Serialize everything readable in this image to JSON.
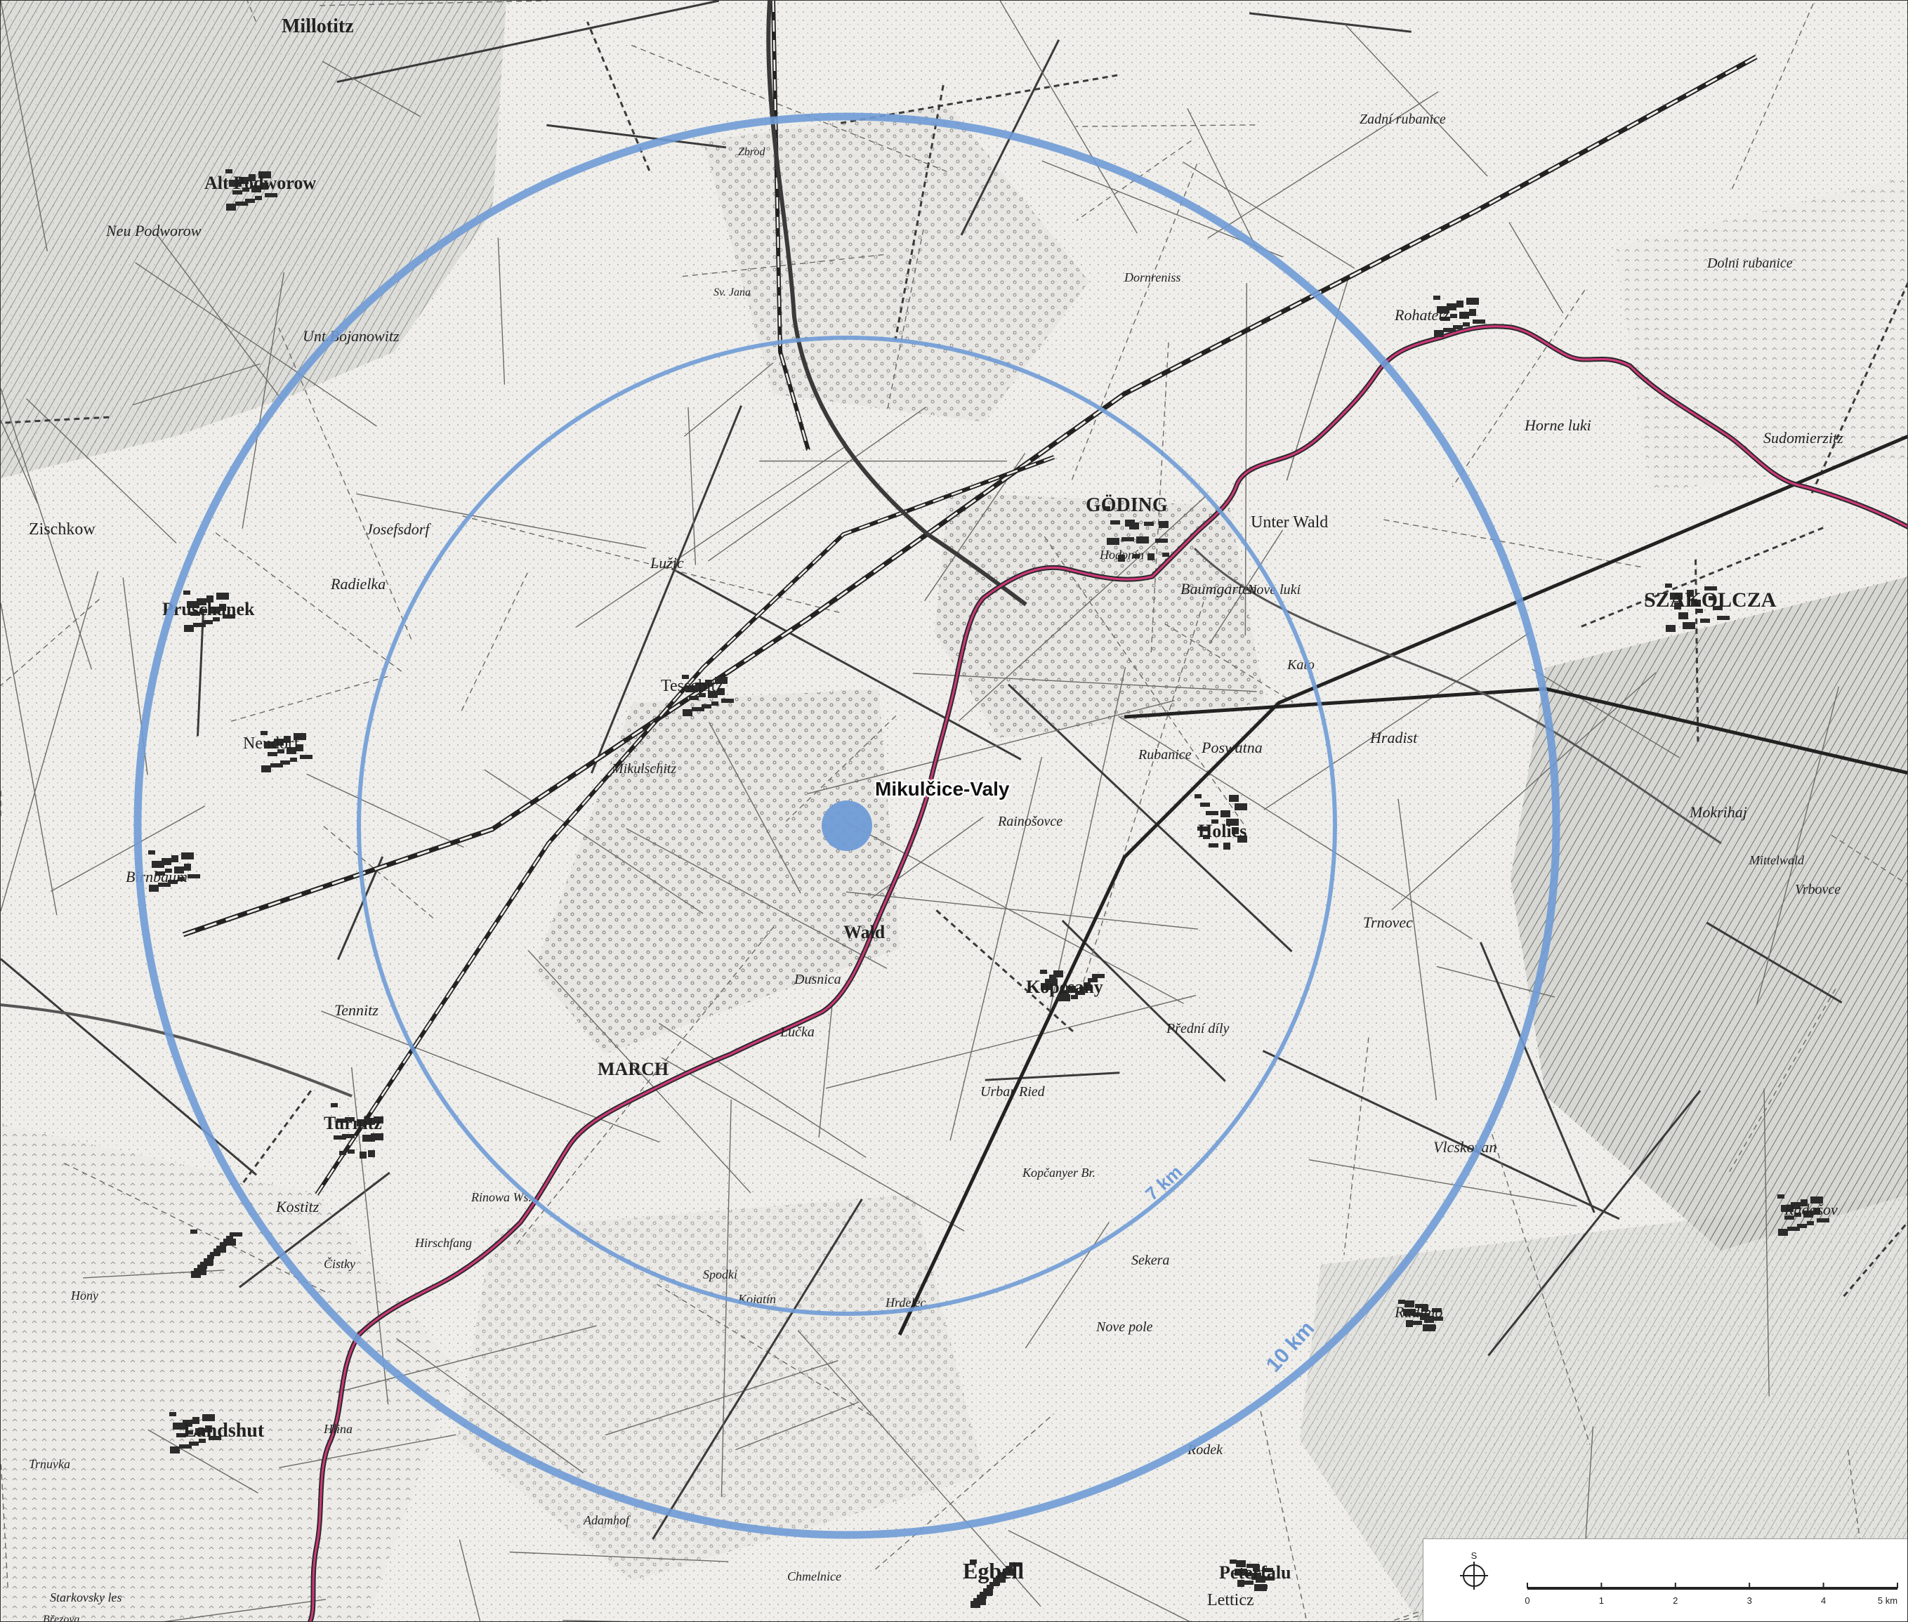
{
  "map": {
    "site_label": "Mikulčice-Valy",
    "rings": [
      {
        "label": "7 km",
        "radius_km": 7
      },
      {
        "label": "10 km",
        "radius_km": 10
      }
    ],
    "ring_color": "#6f9bd6",
    "border_color": "#d1377a",
    "towns": [
      "Millotitz",
      "Alt Podworow",
      "Neu Podworow",
      "Unt.Bojanowitz",
      "Josefsdorf",
      "Radielka",
      "Zischkow",
      "Pruschanek",
      "Neudorf",
      "Birnbaum",
      "Tesschitz",
      "Mikulschitz",
      "Lužic",
      "GÖDING",
      "Hodonín",
      "Baumgarten",
      "Holics",
      "Poswatna",
      "Kopcsany",
      "Rohatetz",
      "SZAKOLCZA",
      "Sudomierzitz",
      "Turnitz",
      "Tennitz",
      "Kostitz",
      "Landshut",
      "Egbell",
      "Peterfalu",
      "Radošov",
      "Mokrihaj",
      "Vrbovce",
      "Radimo",
      "Kato",
      "Hradist",
      "Trnovec",
      "Vlcskovan",
      "Letticz",
      "Nove luki",
      "Horne luki",
      "Dolni rubanice",
      "Rubanice",
      "Rainošovce",
      "Dusnica",
      "Lučka",
      "Urbar Ried",
      "Kopčanyer Br.",
      "Hirschfang",
      "Rinowa Ws.",
      "Čistky",
      "Hlina",
      "Hony",
      "Trnuvka",
      "Adamhof",
      "Kojatín",
      "Spodki",
      "Hrdelec",
      "Nove pole",
      "Sekera",
      "Rodek",
      "Přední díly",
      "Zadní rubanice",
      "Dornreniss",
      "Wald",
      "MARCH",
      "Unter Wald",
      "Chmelnice",
      "Starkovsky les",
      "Březova",
      "Mittelwald",
      "Sv. Jana",
      "Zbrod"
    ],
    "scale": {
      "north_label": "S",
      "ticks": [
        "0",
        "1",
        "2",
        "3",
        "4",
        "5 km"
      ]
    }
  }
}
